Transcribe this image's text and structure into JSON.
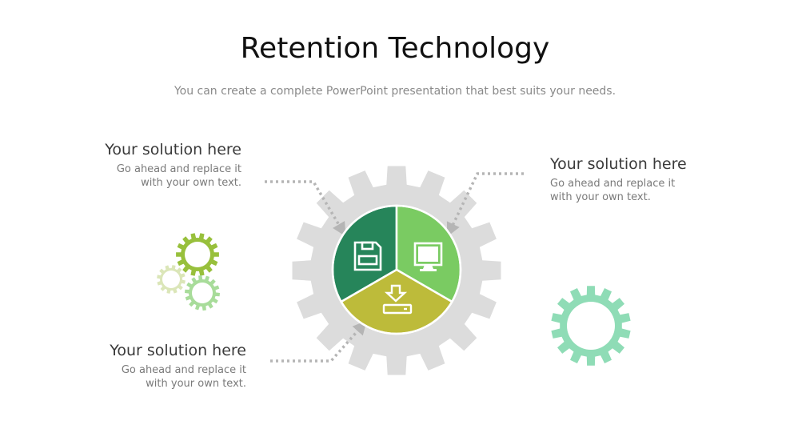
{
  "slide": {
    "title": "Retention Technology",
    "subtitle": "You can create a complete PowerPoint presentation that best suits your needs."
  },
  "solutions": [
    {
      "position": "top-left",
      "heading": "Your solution here",
      "line1": "Go ahead and replace it",
      "line2": "with your own text."
    },
    {
      "position": "top-right",
      "heading": "Your solution here",
      "line1": "Go ahead and replace it",
      "line2": "with your own text."
    },
    {
      "position": "bottom-left",
      "heading": "Your solution here",
      "line1": "Go ahead and replace it",
      "line2": "with your own text."
    }
  ],
  "diagram": {
    "segments": [
      {
        "name": "save",
        "icon": "floppy-disk-icon",
        "color": "#26855a"
      },
      {
        "name": "display",
        "icon": "monitor-icon",
        "color": "#7acb62"
      },
      {
        "name": "download",
        "icon": "download-icon",
        "color": "#bdbb3a"
      }
    ],
    "colors": {
      "big_gear": "#dcdcdc",
      "connector": "#b5b5b5",
      "small_gear_top": "#98c03c",
      "small_gear_left": "#dbe6b8",
      "small_gear_bottom": "#a8dc9a",
      "right_gear": "#8fdcb6"
    }
  }
}
